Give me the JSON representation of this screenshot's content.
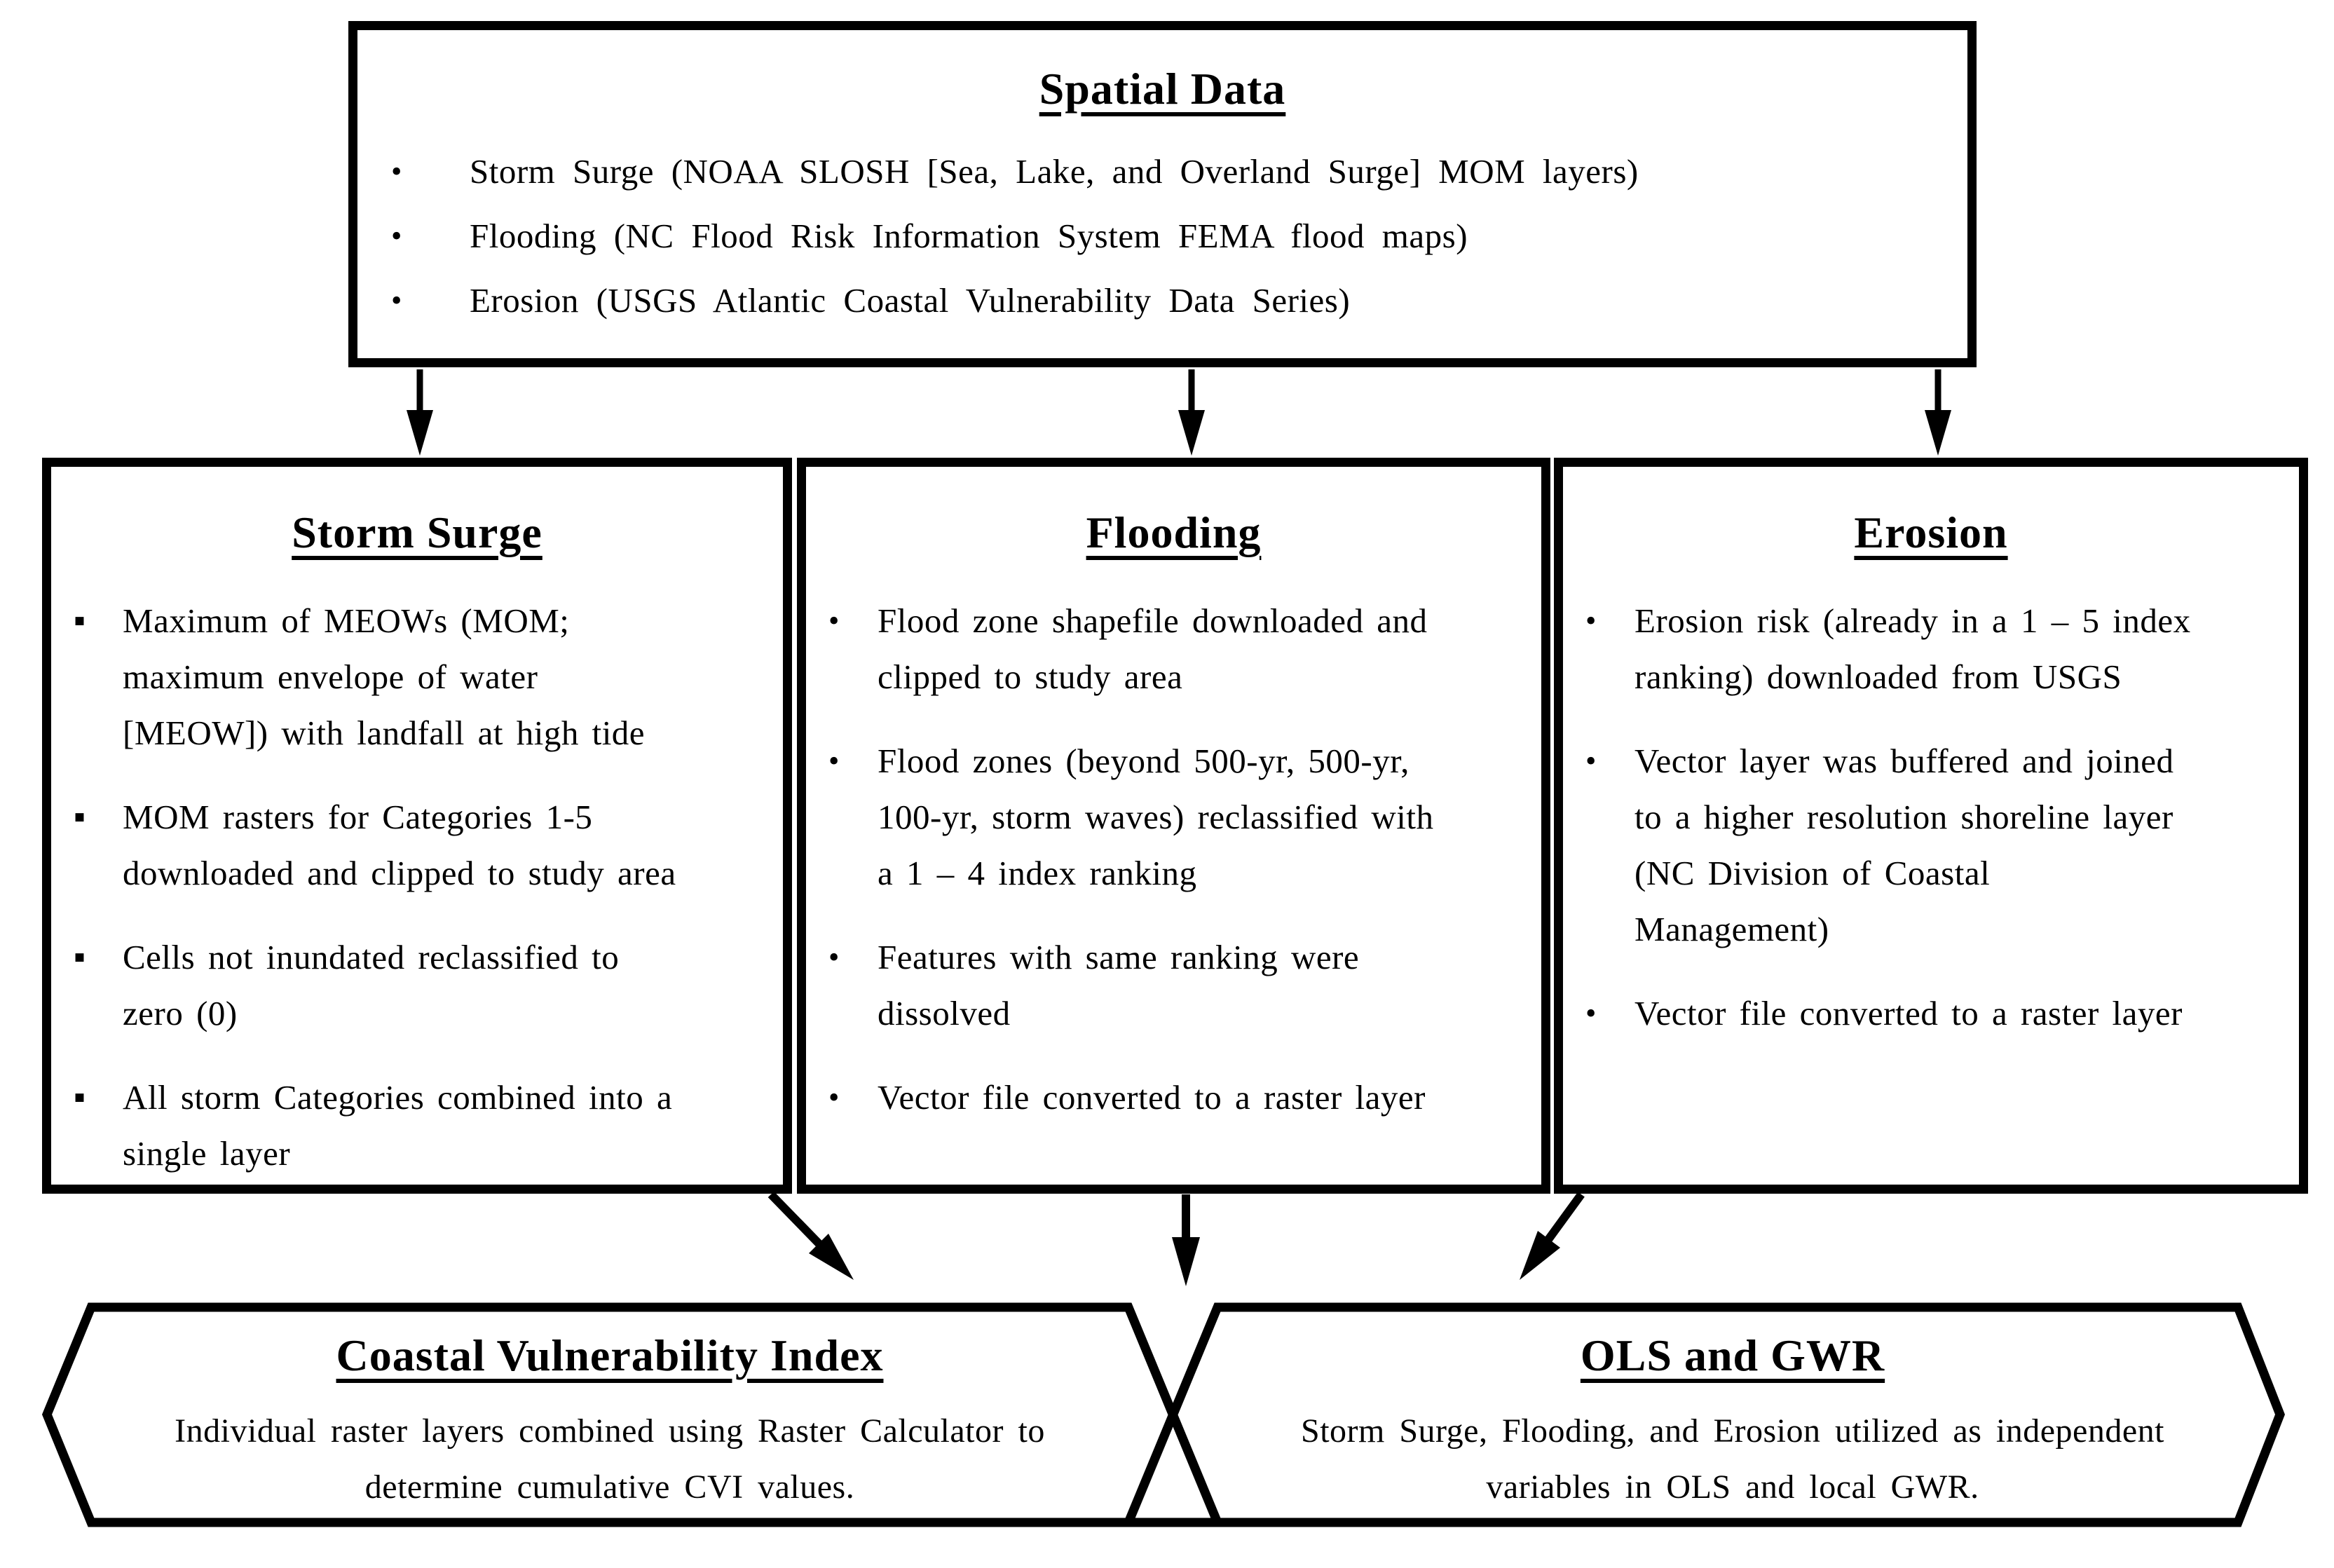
{
  "colors": {
    "ink": "#000000",
    "paper": "#ffffff"
  },
  "spatial": {
    "title": "Spatial Data",
    "bullet": "•",
    "items": [
      "Storm Surge (NOAA SLOSH [Sea, Lake, and Overland Surge] MOM layers)",
      "Flooding (NC Flood Risk Information System FEMA flood maps)",
      "Erosion (USGS Atlantic Coastal Vulnerability Data Series)"
    ]
  },
  "storm_surge": {
    "title": "Storm Surge",
    "bullet": "▪",
    "items": [
      {
        "lines": [
          "Maximum of MEOWs (MOM;",
          "maximum envelope of water",
          "[MEOW]) with landfall at high tide"
        ]
      },
      {
        "lines": [
          "MOM rasters for Categories 1-5",
          "downloaded and clipped to study area"
        ]
      },
      {
        "lines": [
          "Cells not inundated reclassified to",
          "zero (0)"
        ]
      },
      {
        "lines": [
          "All storm Categories combined into a",
          "single layer"
        ]
      }
    ]
  },
  "flooding": {
    "title": "Flooding",
    "bullet": "•",
    "items": [
      {
        "lines": [
          "Flood zone shapefile downloaded and",
          "clipped to study area"
        ]
      },
      {
        "lines": [
          "Flood zones (beyond 500-yr, 500-yr,",
          "100-yr, storm waves) reclassified with",
          "a 1 – 4 index ranking"
        ]
      },
      {
        "lines": [
          "Features with same ranking were",
          "dissolved"
        ]
      },
      {
        "lines": [
          "Vector file converted to a raster layer"
        ]
      }
    ]
  },
  "erosion": {
    "title": "Erosion",
    "bullet": "•",
    "items": [
      {
        "lines": [
          "Erosion risk (already in a 1 – 5 index",
          "ranking) downloaded from USGS"
        ]
      },
      {
        "lines": [
          "Vector layer was buffered and joined",
          "to a higher resolution shoreline layer",
          "(NC Division of Coastal",
          "Management)"
        ]
      },
      {
        "lines": [
          "Vector file converted to a raster layer"
        ]
      }
    ]
  },
  "cvi": {
    "title": "Coastal Vulnerability Index",
    "lines": [
      "Individual raster layers combined using Raster Calculator to",
      "determine cumulative CVI values."
    ]
  },
  "ols": {
    "title": "OLS and GWR",
    "lines": [
      "Storm Surge, Flooding, and Erosion utilized as independent",
      "variables in OLS and local GWR."
    ]
  }
}
